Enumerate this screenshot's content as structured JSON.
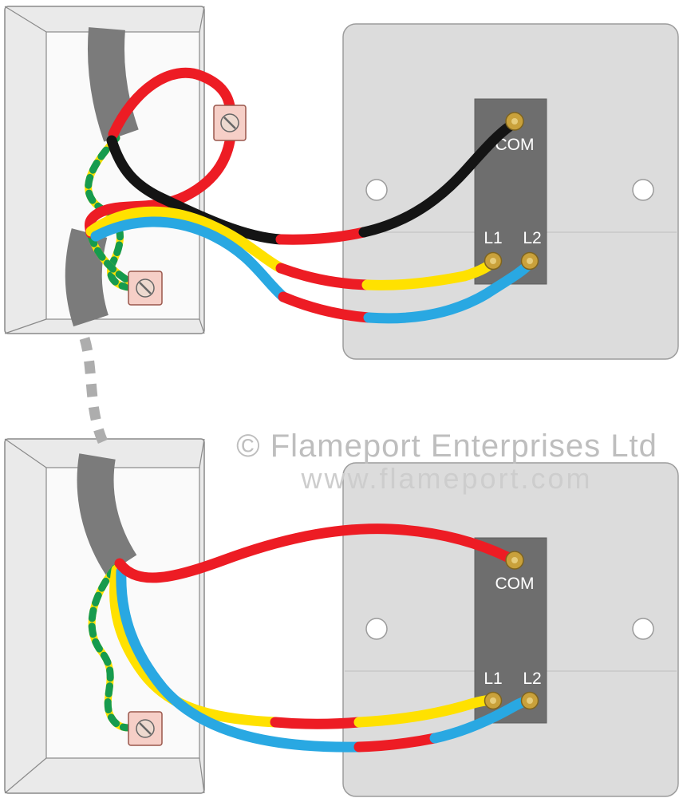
{
  "watermark": {
    "line1": "© Flameport Enterprises Ltd",
    "line2": "www.flameport.com"
  },
  "switches": {
    "top": {
      "com": "COM",
      "l1": "L1",
      "l2": "L2"
    },
    "bottom": {
      "com": "COM",
      "l1": "L1",
      "l2": "L2"
    }
  },
  "colors": {
    "wire_red": "#ED1C24",
    "wire_black": "#141414",
    "wire_yellow": "#FFE100",
    "wire_blue": "#29A8E2",
    "earth_green": "#169B4E",
    "earth_yellow": "#FFE100",
    "cable_sheath": "#7B7B7B",
    "backbox_fill": "#EAEAEA",
    "backbox_inner": "#FAFAFA",
    "plate_fill": "#DCDCDC",
    "mount_block_fill": "#6E6E6E",
    "terminal_brass": "#C9A13B",
    "connector_pink": "#F6CFC7",
    "cable_run_grey": "#ADADAD",
    "watermark_line1": "#BEBEBE",
    "watermark_line2": "#CDCDCD"
  }
}
